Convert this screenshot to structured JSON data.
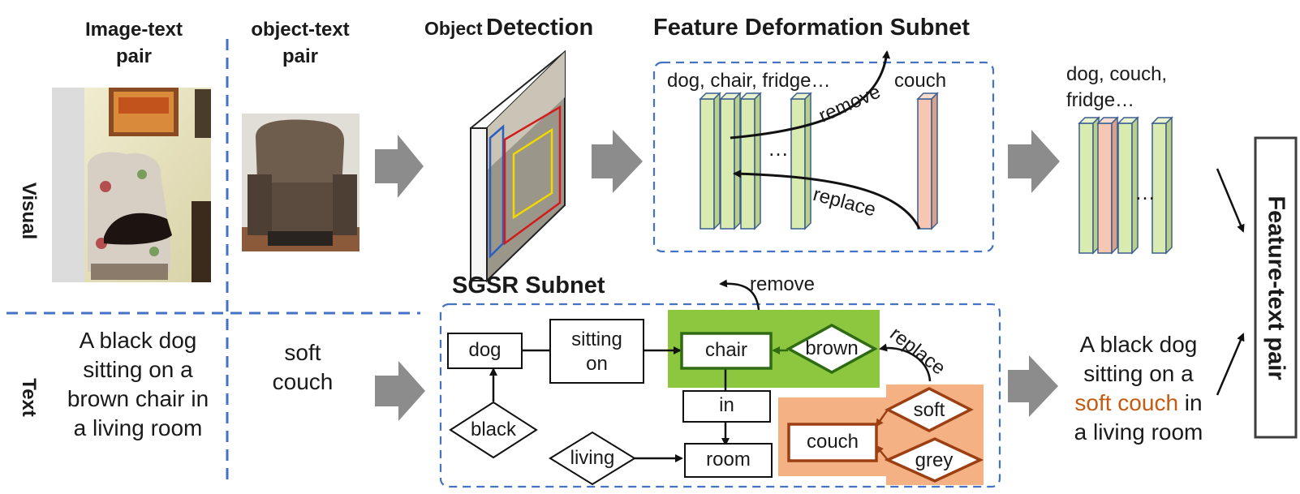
{
  "columns": {
    "image_text_pair": "Image-text pair",
    "object_text_pair": "object-text pair"
  },
  "rows": {
    "visual": "Visual",
    "text": "Text"
  },
  "object_detection": {
    "small": "Object",
    "big": "Detection"
  },
  "feature_deformation": {
    "title": "Feature Deformation Subnet",
    "labels_left": "dog, chair, fridge…",
    "label_right": "couch",
    "ellipsis": "…",
    "remove": "remove",
    "replace": "replace"
  },
  "output_features": {
    "labels": [
      "dog, couch,",
      "fridge…"
    ],
    "ellipsis": "…"
  },
  "sgsr": {
    "title": "SGSR Subnet",
    "remove": "remove",
    "replace": "replace",
    "nodes": {
      "dog": "dog",
      "sitting_on": [
        "sitting",
        "on"
      ],
      "chair": "chair",
      "brown": "brown",
      "black": "black",
      "in": "in",
      "living": "living",
      "room": "room",
      "couch": "couch",
      "soft": "soft",
      "grey": "grey"
    }
  },
  "captions": {
    "input": [
      "A black dog",
      "sitting on a",
      "brown chair in",
      "a living room"
    ],
    "object": [
      "soft",
      "couch"
    ],
    "output_line1": "A black dog",
    "output_line2": "sitting on a",
    "output_highlight": "soft couch",
    "output_line3_tail": " in",
    "output_line4": "a living room"
  },
  "result": "Feature-text pair",
  "colors": {
    "dash_blue": "#4472c4",
    "arrow_gray": "#8c8c8c",
    "feature_bar": "#d9ebb0",
    "feature_bar_pink": "#f7c7b4",
    "green_box": "#8dc63f",
    "orange_box": "#f4b183",
    "highlight_text": "#c55a11",
    "couch_border": "#9c3f12",
    "chair_border": "#3a7a1f"
  }
}
